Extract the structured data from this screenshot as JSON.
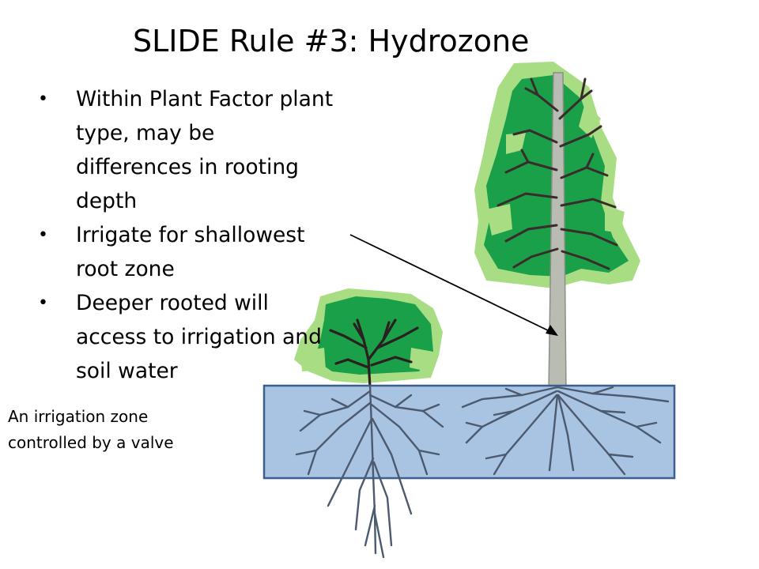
{
  "slide": {
    "title": "SLIDE Rule #3: Hydrozone",
    "bullets": [
      "Within Plant Factor plant type, may be differences in rooting depth",
      "Irrigate for shallowest root zone",
      "Deeper rooted will access to irrigation and soil water"
    ],
    "zone_label_line1": "An irrigation zone",
    "zone_label_line2": "controlled by a valve"
  },
  "colors": {
    "light_foliage": "#a9dd83",
    "dark_foliage": "#19a049",
    "trunk": "#b9bcb2",
    "branch": "#3b2b2a",
    "root": "#4b5a6e",
    "zone_fill": "#a9c3e2",
    "zone_border": "#3d5f8e"
  }
}
